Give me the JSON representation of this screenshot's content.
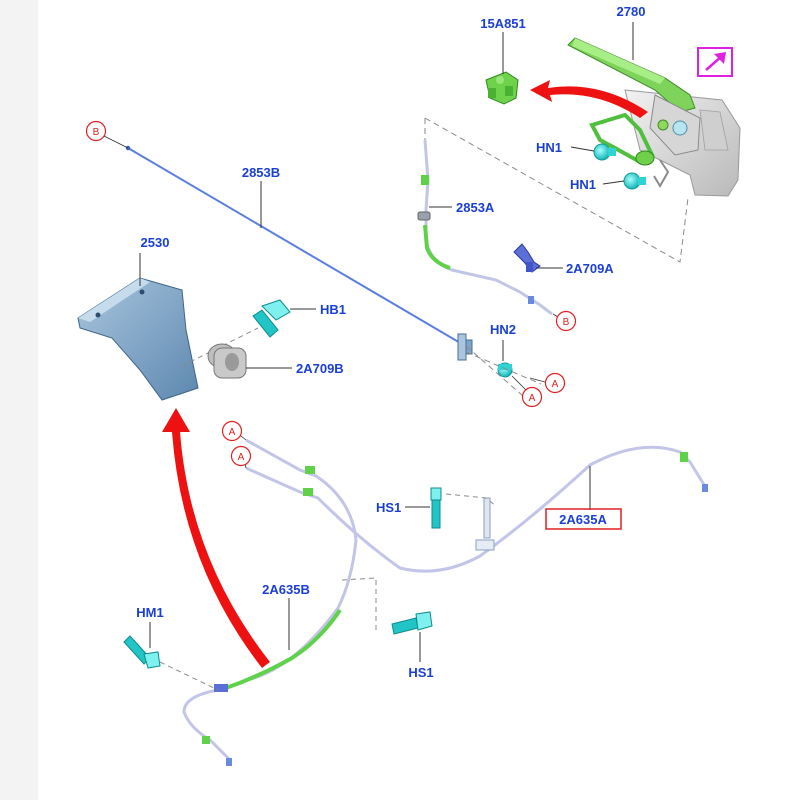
{
  "labels": {
    "l15A851": "15A851",
    "l2780": "2780",
    "l2853B": "2853B",
    "l2853A": "2853A",
    "l2530": "2530",
    "lHB1": "HB1",
    "l2A709B": "2A709B",
    "l2A709A": "2A709A",
    "lHN1a": "HN1",
    "lHN1b": "HN1",
    "lHN2": "HN2",
    "lHS1a": "HS1",
    "lHS1b": "HS1",
    "l2A635A": "2A635A",
    "l2A635B": "2A635B",
    "lHM1": "HM1"
  },
  "callouts": {
    "A": "A",
    "B": "B"
  },
  "icons": {
    "view_marker": "arrow-icon"
  },
  "colors": {
    "label": "#1a3fd6",
    "callout": "#e02020",
    "highlight_box": "#e02020",
    "view_box": "#e020e0",
    "arrow": "#ee1111",
    "cable": "#b9b9e2",
    "cable_green": "#5fd24a",
    "rod": "#5a7fe0",
    "fastener": "#2fd3d3"
  }
}
